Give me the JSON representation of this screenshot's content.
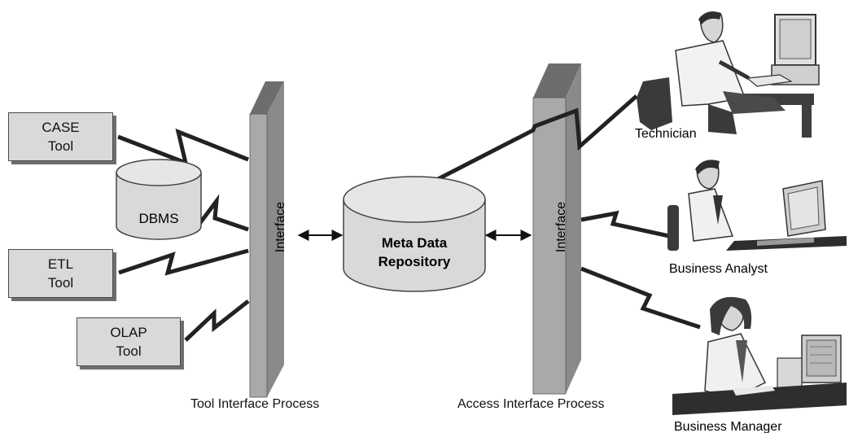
{
  "tools": {
    "case": [
      "CASE",
      "Tool"
    ],
    "etl": [
      "ETL",
      "Tool"
    ],
    "olap": [
      "OLAP",
      "Tool"
    ]
  },
  "dbms": "DBMS",
  "repository": [
    "Meta Data",
    "Repository"
  ],
  "interface_label": "Interface",
  "captions": {
    "tool_process": "Tool Interface Process",
    "access_process": "Access Interface Process"
  },
  "users": {
    "technician": "Technician",
    "analyst": "Business Analyst",
    "manager": "Business Manager"
  }
}
